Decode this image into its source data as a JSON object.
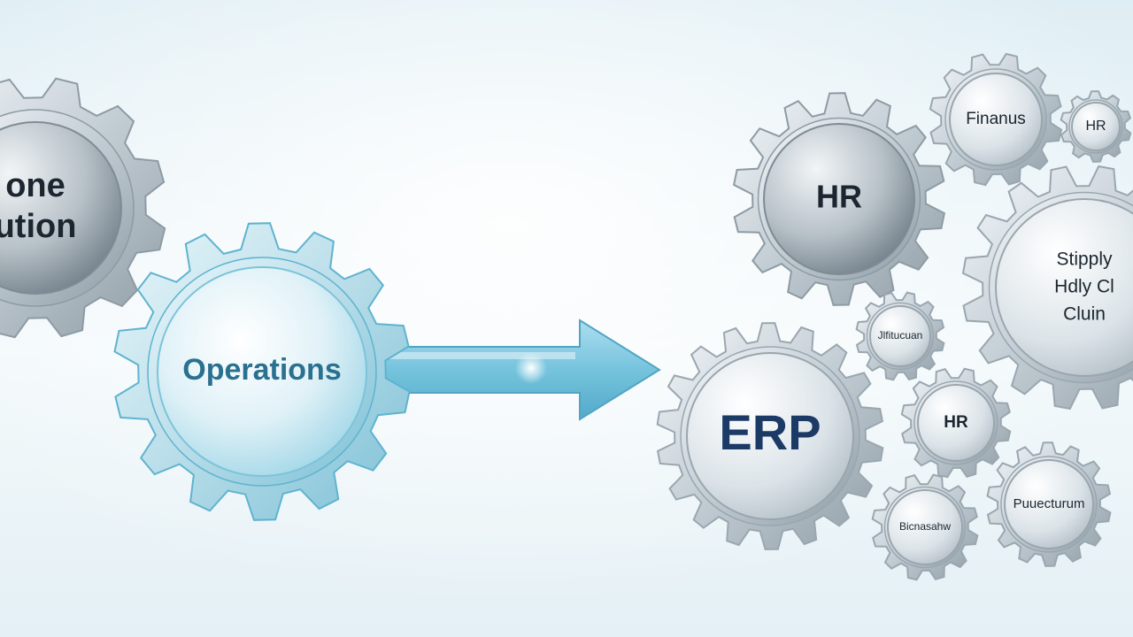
{
  "background": {
    "top": "#dfeef4",
    "middle": "#f3f9fb",
    "bottom": "#e4f0f5"
  },
  "colors": {
    "gear_steel": "#c9d3da",
    "gear_edge": "#8e9ba4",
    "gear_accent": "#6fc0d8",
    "arrow": "#6fc1dc",
    "text_dark": "#1b2630",
    "text_blue": "#2a7190",
    "text_navy": "#1c3a66"
  },
  "gears": [
    {
      "id": "one-solution",
      "lines": [
        "one",
        "ution"
      ],
      "style": "dark-steel"
    },
    {
      "id": "operations",
      "lines": [
        "Operations"
      ],
      "style": "blue-glass"
    },
    {
      "id": "hr-large",
      "lines": [
        "HR"
      ],
      "style": "dark-steel"
    },
    {
      "id": "finance",
      "lines": [
        "Finanus"
      ],
      "style": "light-steel"
    },
    {
      "id": "hr-small",
      "lines": [
        "HR"
      ],
      "style": "light-steel"
    },
    {
      "id": "supply-chain",
      "lines": [
        "Stipply",
        "Hdly Cl",
        "Cluin"
      ],
      "style": "light-steel"
    },
    {
      "id": "jlfitucuan",
      "lines": [
        "Jlfitucuan"
      ],
      "style": "light-steel"
    },
    {
      "id": "erp",
      "lines": [
        "ERP"
      ],
      "style": "erp"
    },
    {
      "id": "hr-middle",
      "lines": [
        "HR"
      ],
      "style": "light-steel"
    },
    {
      "id": "bicnasahw",
      "lines": [
        "Bicnasahw"
      ],
      "style": "light-steel"
    },
    {
      "id": "puuecurum",
      "lines": [
        "Puuecturum"
      ],
      "style": "light-steel"
    }
  ],
  "arrow": {
    "direction": "right",
    "from": "operations",
    "to": "erp"
  }
}
